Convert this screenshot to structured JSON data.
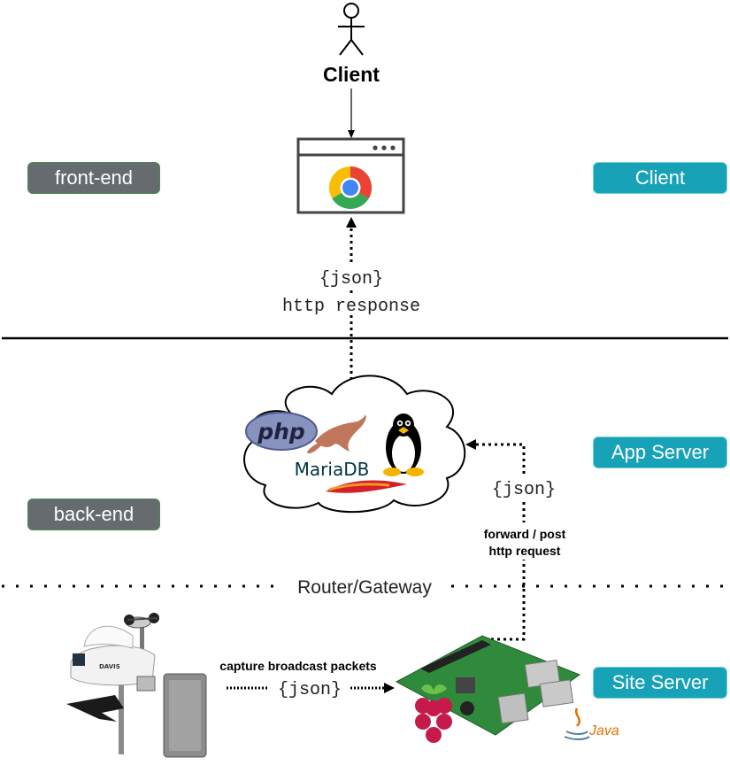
{
  "client_actor": {
    "label": "Client"
  },
  "zones": {
    "front_end": "front-end",
    "back_end": "back-end"
  },
  "tiers": {
    "client": "Client",
    "app_server": "App Server",
    "site_server": "Site Server"
  },
  "labels": {
    "json": "{json}",
    "http_response": "http response",
    "forward_post": "forward / post",
    "http_request": "http request",
    "router_gateway": "Router/Gateway",
    "capture": "capture broadcast packets"
  },
  "logos": {
    "php": "php",
    "mariadb": "MariaDB",
    "davis": "DAVIS",
    "java": "Java"
  },
  "colors": {
    "grey_badge": "#666b70",
    "teal_badge": "#17a2b8",
    "line": "#000000"
  }
}
